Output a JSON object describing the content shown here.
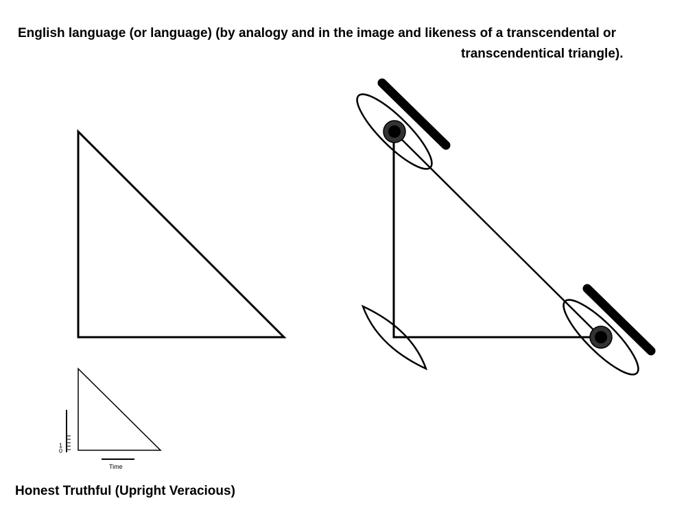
{
  "title": {
    "line1": "English language (or language) (by analogy and in the image and likeness of a transcendental or",
    "line2": "transcendentical triangle)."
  },
  "caption": "Honest Truthful (Upright Veracious)",
  "small_triangle": {
    "x_axis_label": "Time",
    "y_tick_labels": [
      "1",
      "0"
    ]
  },
  "colors": {
    "stroke": "#000000",
    "node_fill": "#333333",
    "background": "#ffffff"
  }
}
